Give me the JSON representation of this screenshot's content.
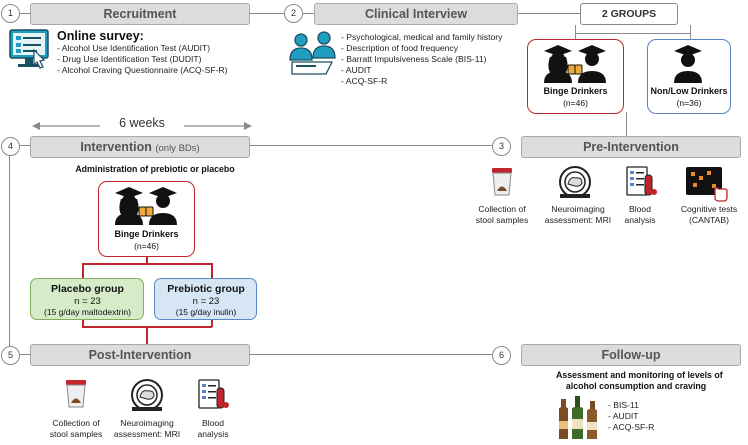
{
  "steps": {
    "s1": {
      "num": "1",
      "title": "Recruitment"
    },
    "s2": {
      "num": "2",
      "title": "Clinical Interview"
    },
    "s3": {
      "num": "3",
      "title": "Pre-Intervention"
    },
    "s4": {
      "num": "4",
      "title": "Intervention",
      "note": "(only BDs)"
    },
    "s5": {
      "num": "5",
      "title": "Post-Intervention"
    },
    "s6": {
      "num": "6",
      "title": "Follow-up"
    }
  },
  "groups_label": "2 GROUPS",
  "weeks_label": "6 weeks",
  "recruitment": {
    "heading": "Online survey:",
    "items": [
      "- Alcohol Use Identification Test (AUDIT)",
      "- Drug Use Identification Test (DUDIT)",
      "- Alcohol Craving Questionnaire (ACQ-SF-R)"
    ]
  },
  "clinical": {
    "items": [
      "- Psychological, medical and family history",
      "- Description of food frequency",
      "- Barratt Impulsiveness Scale (BIS-11)",
      "- AUDIT",
      "- ACQ-SF-R"
    ]
  },
  "groups": {
    "binge": {
      "label": "Binge Drinkers",
      "n": "(n=46)"
    },
    "nonlow": {
      "label": "Non/Low Drinkers",
      "n": "(n=36)"
    }
  },
  "intervention": {
    "admin_title": "Administration of prebiotic or placebo",
    "binge_label": "Binge Drinkers",
    "binge_n": "(n=46)",
    "placebo": {
      "title": "Placebo group",
      "n": "n = 23",
      "dose": "(15 g/day maltodextrin)"
    },
    "prebiotic": {
      "title": "Prebiotic group",
      "n": "n = 23",
      "dose": "(15 g/day inulin)"
    }
  },
  "pre": {
    "stool": [
      "Collection of",
      "stool samples"
    ],
    "mri": [
      "Neuroimaging",
      "assessment: MRI"
    ],
    "blood": [
      "Blood",
      "analysis"
    ],
    "cog": [
      "Cognitive tests",
      "(CANTAB)"
    ]
  },
  "post": {
    "stool": [
      "Collection of",
      "stool samples"
    ],
    "mri": [
      "Neuroimaging",
      "assessment: MRI"
    ],
    "blood": [
      "Blood",
      "analysis"
    ]
  },
  "followup": {
    "title_lines": [
      "Assessment and monitoring of levels of",
      "alcohol consumption and craving"
    ],
    "items": [
      "- BIS-11",
      "- AUDIT",
      "- ACQ-SF-R"
    ]
  },
  "colors": {
    "red": "#c0262c",
    "blue": "#5b86c4",
    "green_fill": "#d6ecc9",
    "blue_fill": "#d7e6f5",
    "header_fill": "#dcdcdc"
  },
  "icons": [
    "computer-survey-icon",
    "interview-people-icon",
    "student-drinkers-icon",
    "student-icon",
    "stool-cup-icon",
    "mri-brain-icon",
    "blood-tube-icon",
    "cognitive-touchscreen-icon",
    "bottles-icon"
  ]
}
